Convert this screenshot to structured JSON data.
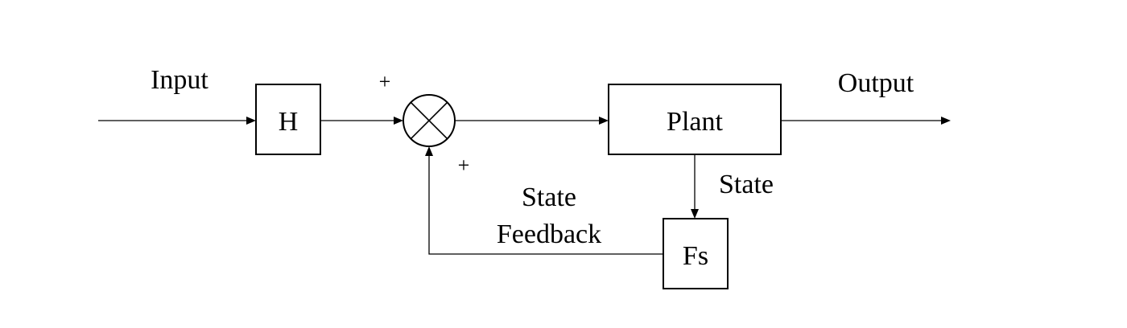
{
  "blocks": {
    "h": "H",
    "plant": "Plant",
    "fs": "Fs"
  },
  "signals": {
    "input": "Input",
    "output": "Output",
    "state": "State",
    "feedback_line1": "State",
    "feedback_line2": "Feedback"
  },
  "summing_junction": {
    "sign_top": "+",
    "sign_bottom": "+"
  }
}
